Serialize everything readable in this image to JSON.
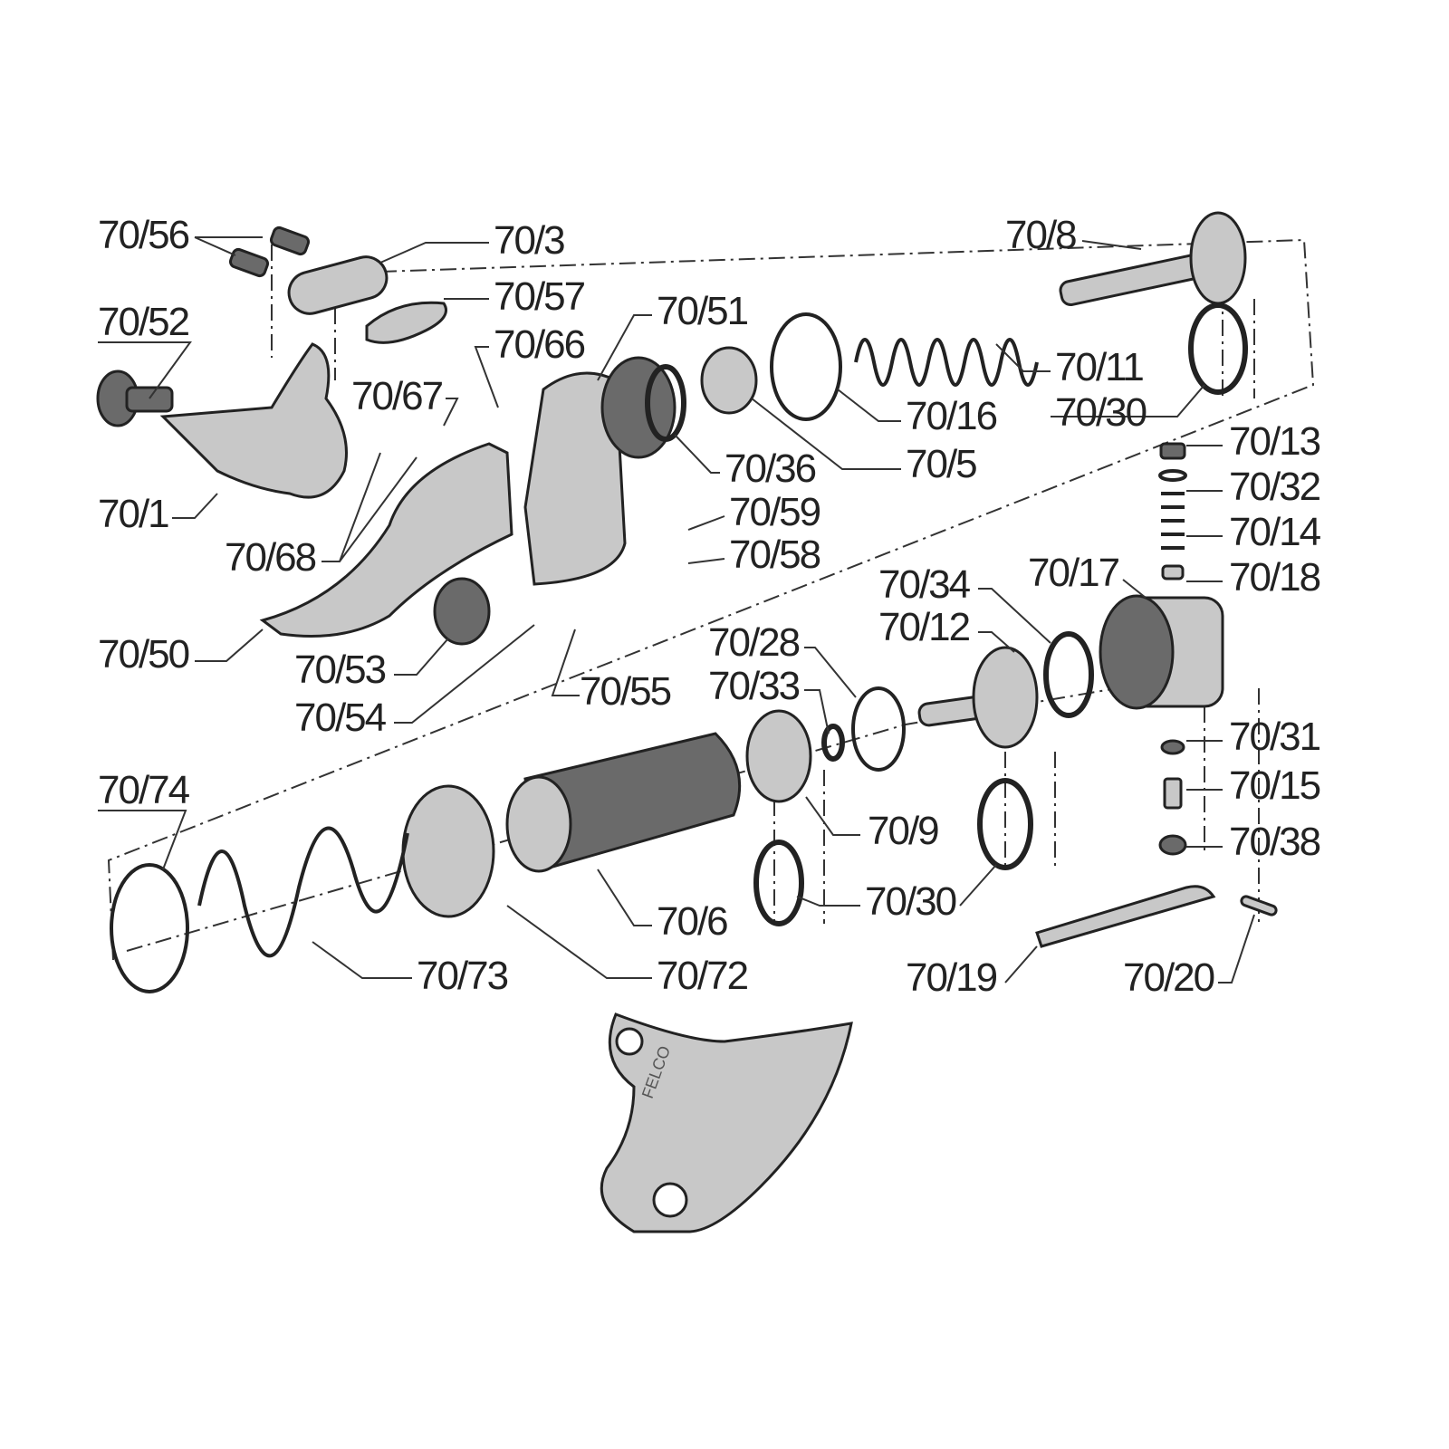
{
  "diagram": {
    "labels": {
      "p56": "70/56",
      "p3": "70/3",
      "p57": "70/57",
      "p52": "70/52",
      "p51": "70/51",
      "p66": "70/66",
      "p67": "70/67",
      "p8": "70/8",
      "p11": "70/11",
      "p30a": "70/30",
      "p16": "70/16",
      "p5": "70/5",
      "p36": "70/36",
      "p13": "70/13",
      "p32": "70/32",
      "p14": "70/14",
      "p18": "70/18",
      "p59": "70/59",
      "p58": "70/58",
      "p1": "70/1",
      "p68": "70/68",
      "p17": "70/17",
      "p34": "70/34",
      "p12": "70/12",
      "p28": "70/28",
      "p33": "70/33",
      "p50": "70/50",
      "p53": "70/53",
      "p55": "70/55",
      "p54": "70/54",
      "p31": "70/31",
      "p15": "70/15",
      "p38": "70/38",
      "p9": "70/9",
      "p74": "70/74",
      "p30b": "70/30",
      "p6": "70/6",
      "p73": "70/73",
      "p72": "70/72",
      "p19": "70/19",
      "p20": "70/20"
    },
    "blade_logo": "FELCO"
  }
}
